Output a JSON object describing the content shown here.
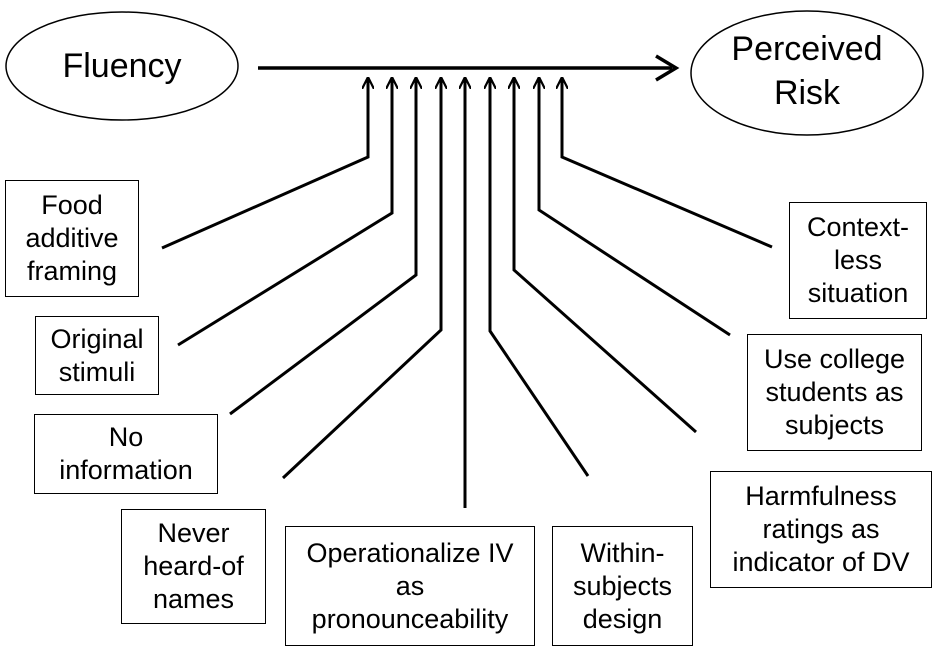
{
  "source_node": {
    "label": "Fluency"
  },
  "target_node": {
    "label_line1": "Perceived",
    "label_line2": "Risk"
  },
  "moderators": [
    {
      "lines": [
        "Food",
        "additive",
        "framing"
      ]
    },
    {
      "lines": [
        "Original",
        "stimuli"
      ]
    },
    {
      "lines": [
        "No",
        "information"
      ]
    },
    {
      "lines": [
        "Never",
        "heard-of",
        "names"
      ]
    },
    {
      "lines": [
        "Operationalize IV",
        "as",
        "pronounceability"
      ]
    },
    {
      "lines": [
        "Within-",
        "subjects",
        "design"
      ]
    },
    {
      "lines": [
        "Harmfulness",
        "ratings as",
        "indicator of DV"
      ]
    },
    {
      "lines": [
        "Use college",
        "students as",
        "subjects"
      ]
    },
    {
      "lines": [
        "Context-",
        "less",
        "situation"
      ]
    }
  ],
  "colors": {
    "stroke": "#000000",
    "background": "#ffffff"
  }
}
